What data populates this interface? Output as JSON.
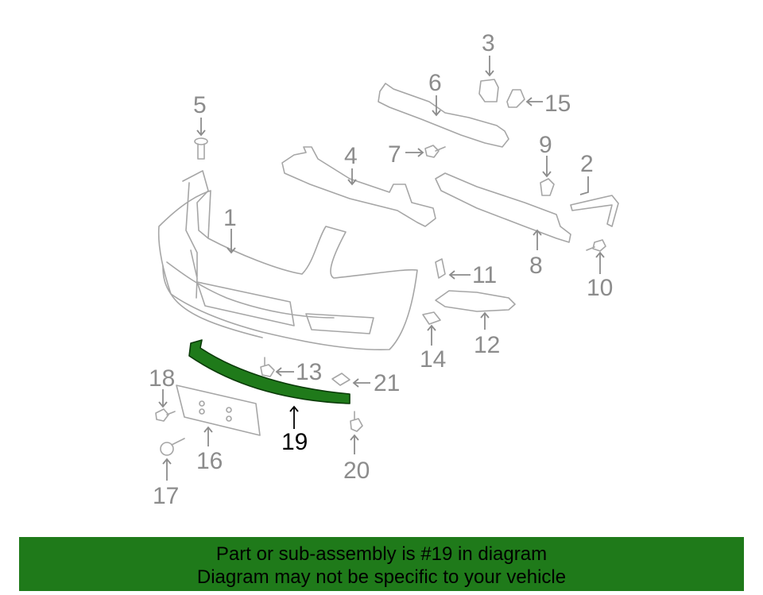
{
  "diagram": {
    "highlight_part": "19",
    "highlight_color": "#1f7a1a",
    "part_color": "#a6a6a6",
    "callouts": [
      {
        "id": "1",
        "label": "1"
      },
      {
        "id": "2",
        "label": "2"
      },
      {
        "id": "3",
        "label": "3"
      },
      {
        "id": "4",
        "label": "4"
      },
      {
        "id": "5",
        "label": "5"
      },
      {
        "id": "6",
        "label": "6"
      },
      {
        "id": "7",
        "label": "7"
      },
      {
        "id": "8",
        "label": "8"
      },
      {
        "id": "9",
        "label": "9"
      },
      {
        "id": "10",
        "label": "10"
      },
      {
        "id": "11",
        "label": "11"
      },
      {
        "id": "12",
        "label": "12"
      },
      {
        "id": "13",
        "label": "13"
      },
      {
        "id": "14",
        "label": "14"
      },
      {
        "id": "15",
        "label": "15"
      },
      {
        "id": "16",
        "label": "16"
      },
      {
        "id": "17",
        "label": "17"
      },
      {
        "id": "18",
        "label": "18"
      },
      {
        "id": "19",
        "label": "19"
      },
      {
        "id": "20",
        "label": "20"
      },
      {
        "id": "21",
        "label": "21"
      }
    ]
  },
  "banner": {
    "line1": "Part or sub-assembly is #19 in diagram",
    "line2": "Diagram may not be specific to your vehicle",
    "background": "#1f7a1a"
  }
}
